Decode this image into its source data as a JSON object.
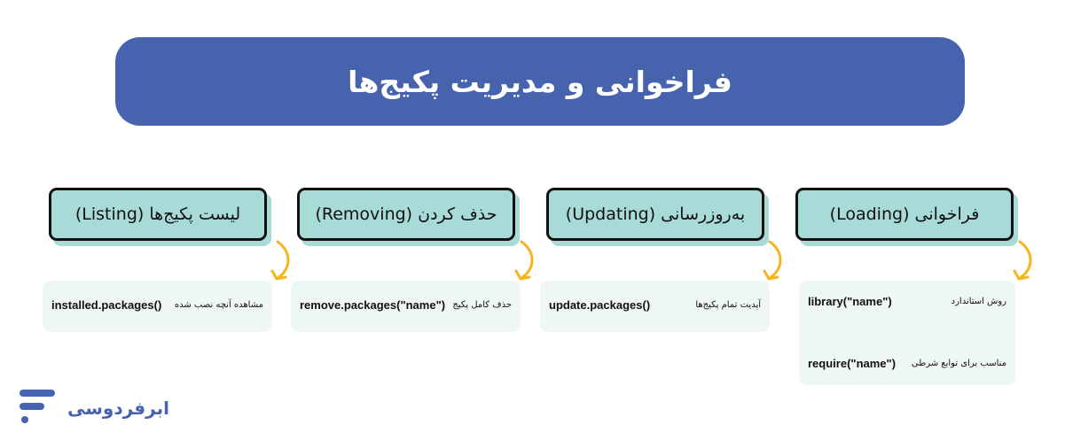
{
  "title": "فراخوانی و مدیریت پکیج‌ها",
  "colors": {
    "banner": "#4763ae",
    "header_card": "#a8dbd8",
    "detail_card": "#eef7f6",
    "arrow": "#f5b51e",
    "border": "#111111"
  },
  "steps": [
    {
      "header": "فراخوانی (Loading)",
      "items": [
        {
          "desc": "روش استاندارد",
          "code": "library(\"name\")"
        },
        {
          "desc": "مناسب برای توابع شرطی",
          "code": "require(\"name\")"
        }
      ]
    },
    {
      "header": "به‌روزرسانی (Updating)",
      "items": [
        {
          "desc": "آپدیت تمام پکیج‌ها",
          "code": "update.packages()"
        }
      ]
    },
    {
      "header": "حذف کردن (Removing)",
      "items": [
        {
          "desc": "حذف کامل پکیج",
          "code": "remove.packages(\"name\")"
        }
      ]
    },
    {
      "header": "لیست پکیج‌ها (Listing)",
      "items": [
        {
          "desc": "مشاهده آنچه نصب شده",
          "code": "installed.packages()"
        }
      ]
    }
  ],
  "logo": {
    "text": "ابرفردوسی",
    "icon": "brand-f-icon"
  }
}
